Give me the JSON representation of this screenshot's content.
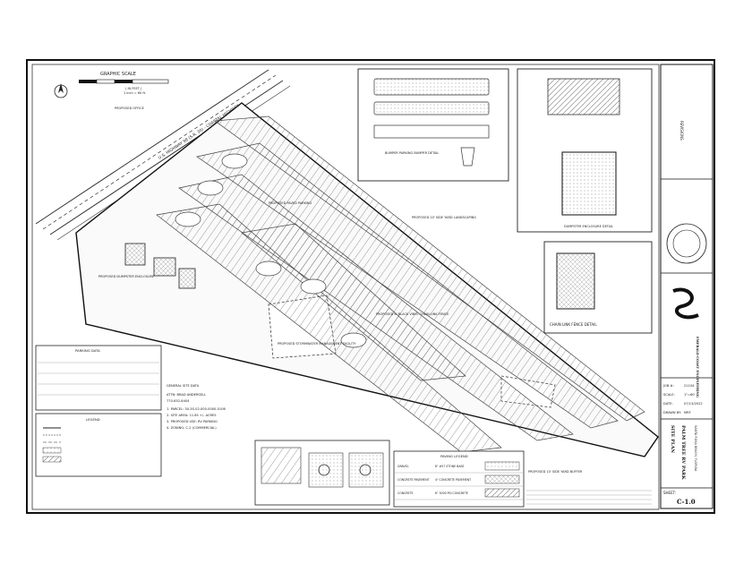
{
  "graphic_scale": {
    "title": "GRAPHIC SCALE",
    "units": "( IN FEET )",
    "ratio": "1 inch = 60 ft."
  },
  "road": {
    "name": "U.S. HIGHWAY 98 (S.R. 30) - COASTAL HIGHWAY"
  },
  "plan_labels": {
    "proposed_parking": "PROPOSED PAVED PARKING",
    "stormwater": "PROPOSED STORMWATER MANAGEMENT FACILITY",
    "landscaping": "PROPOSED 20' SIDE YARD LANDSCAPING",
    "chain_link": "PROPOSED 6' BLACK VINYL CHAIN LINK FENCE",
    "office": "PROPOSED OFFICE",
    "dumpster": "PROPOSED DUMPSTER ENCLOSURE",
    "side_yard_buffer": "PROPOSED 10' SIDE YARD BUFFER"
  },
  "details": {
    "bumper": "BUMPER PARKING BUMPER DETAIL",
    "dumpster": "DUMPSTER ENCLOSURE DETAIL",
    "chain_link": "CHAIN LINK FENCE DETAIL",
    "paving_legend": "PAVING LEGEND"
  },
  "paving_legend": [
    {
      "label": "GRAVEL",
      "spec": "8\" #57 STONE BASE"
    },
    {
      "label": "CONCRETE PAVEMENT",
      "spec": "4\" CONCRETE PAVEMENT"
    },
    {
      "label": "CONCRETE",
      "spec": "6\" 3000 PSI CONCRETE"
    }
  ],
  "notes": {
    "parking_data_title": "PARKING DATA",
    "general_site_title": "GENERAL SITE DATA",
    "owner": "ATTN: BRAD ANDERSELL",
    "owner_phone": "770-652-8404",
    "parcel": "1. PARCEL: 30-3S-02-000-0000-0106",
    "site_area": "2. SITE AREA: 11.85 +/- ACRES",
    "use": "3. PROPOSED USE: RV PARKING",
    "zoning": "4. ZONING: C-2 (COMMERCIAL)",
    "legend_title": "LEGEND"
  },
  "title_block": {
    "engineer": "EMERALD COAST ENGINEERING",
    "project": "PALM TREE RV PARK",
    "sheet_title": "SITE PLAN",
    "location": "SANTA ROSA BEACH, FLORIDA",
    "sheet_label": "SHEET:",
    "sheet_no": "C-1.0",
    "job_no_label": "JOB #:",
    "job_no": "21104",
    "scale_label": "SCALE:",
    "scale": "1\"=60'",
    "date_label": "DATE:",
    "date": "07/13/2022",
    "drawn_label": "DRAWN BY:",
    "drawn": "MRF",
    "revisions_label": "REVISIONS"
  }
}
